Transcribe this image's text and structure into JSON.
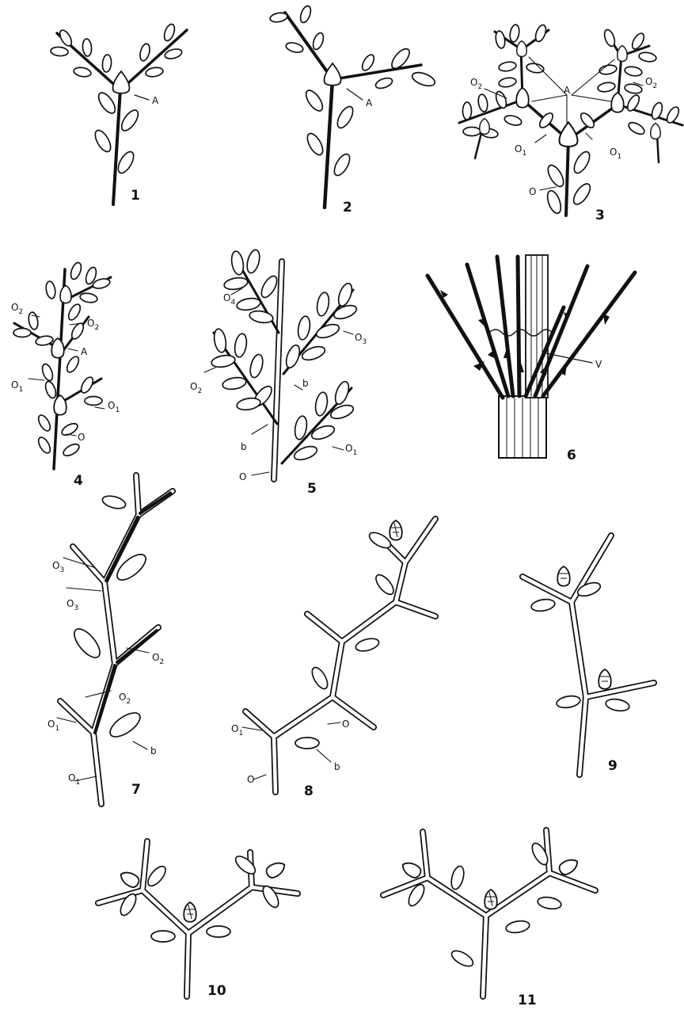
{
  "figure_numbers": [
    "1",
    "2",
    "3",
    "4",
    "5",
    "6",
    "7",
    "8",
    "9",
    "10",
    "11"
  ],
  "labels": {
    "A": "A",
    "O": "O",
    "O1": "O",
    "O2": "O",
    "O3": "O",
    "O4": "O",
    "sub1": "1",
    "sub2": "2",
    "sub3": "3",
    "sub4": "4",
    "b": "b",
    "V": "V"
  }
}
